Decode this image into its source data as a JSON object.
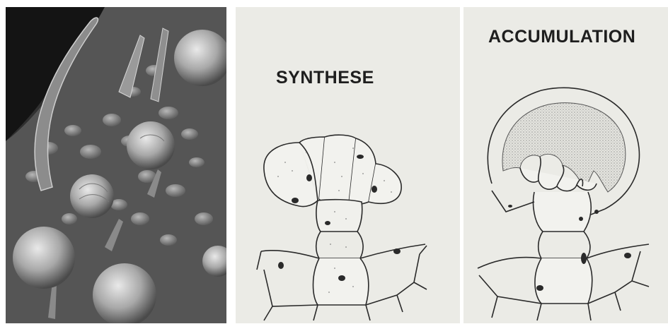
{
  "panels": {
    "sem": {
      "description_icon": "sem-micrograph"
    },
    "synthesis": {
      "title": "SYNTHESE"
    },
    "accumulation": {
      "title": "ACCUMULATION"
    }
  }
}
